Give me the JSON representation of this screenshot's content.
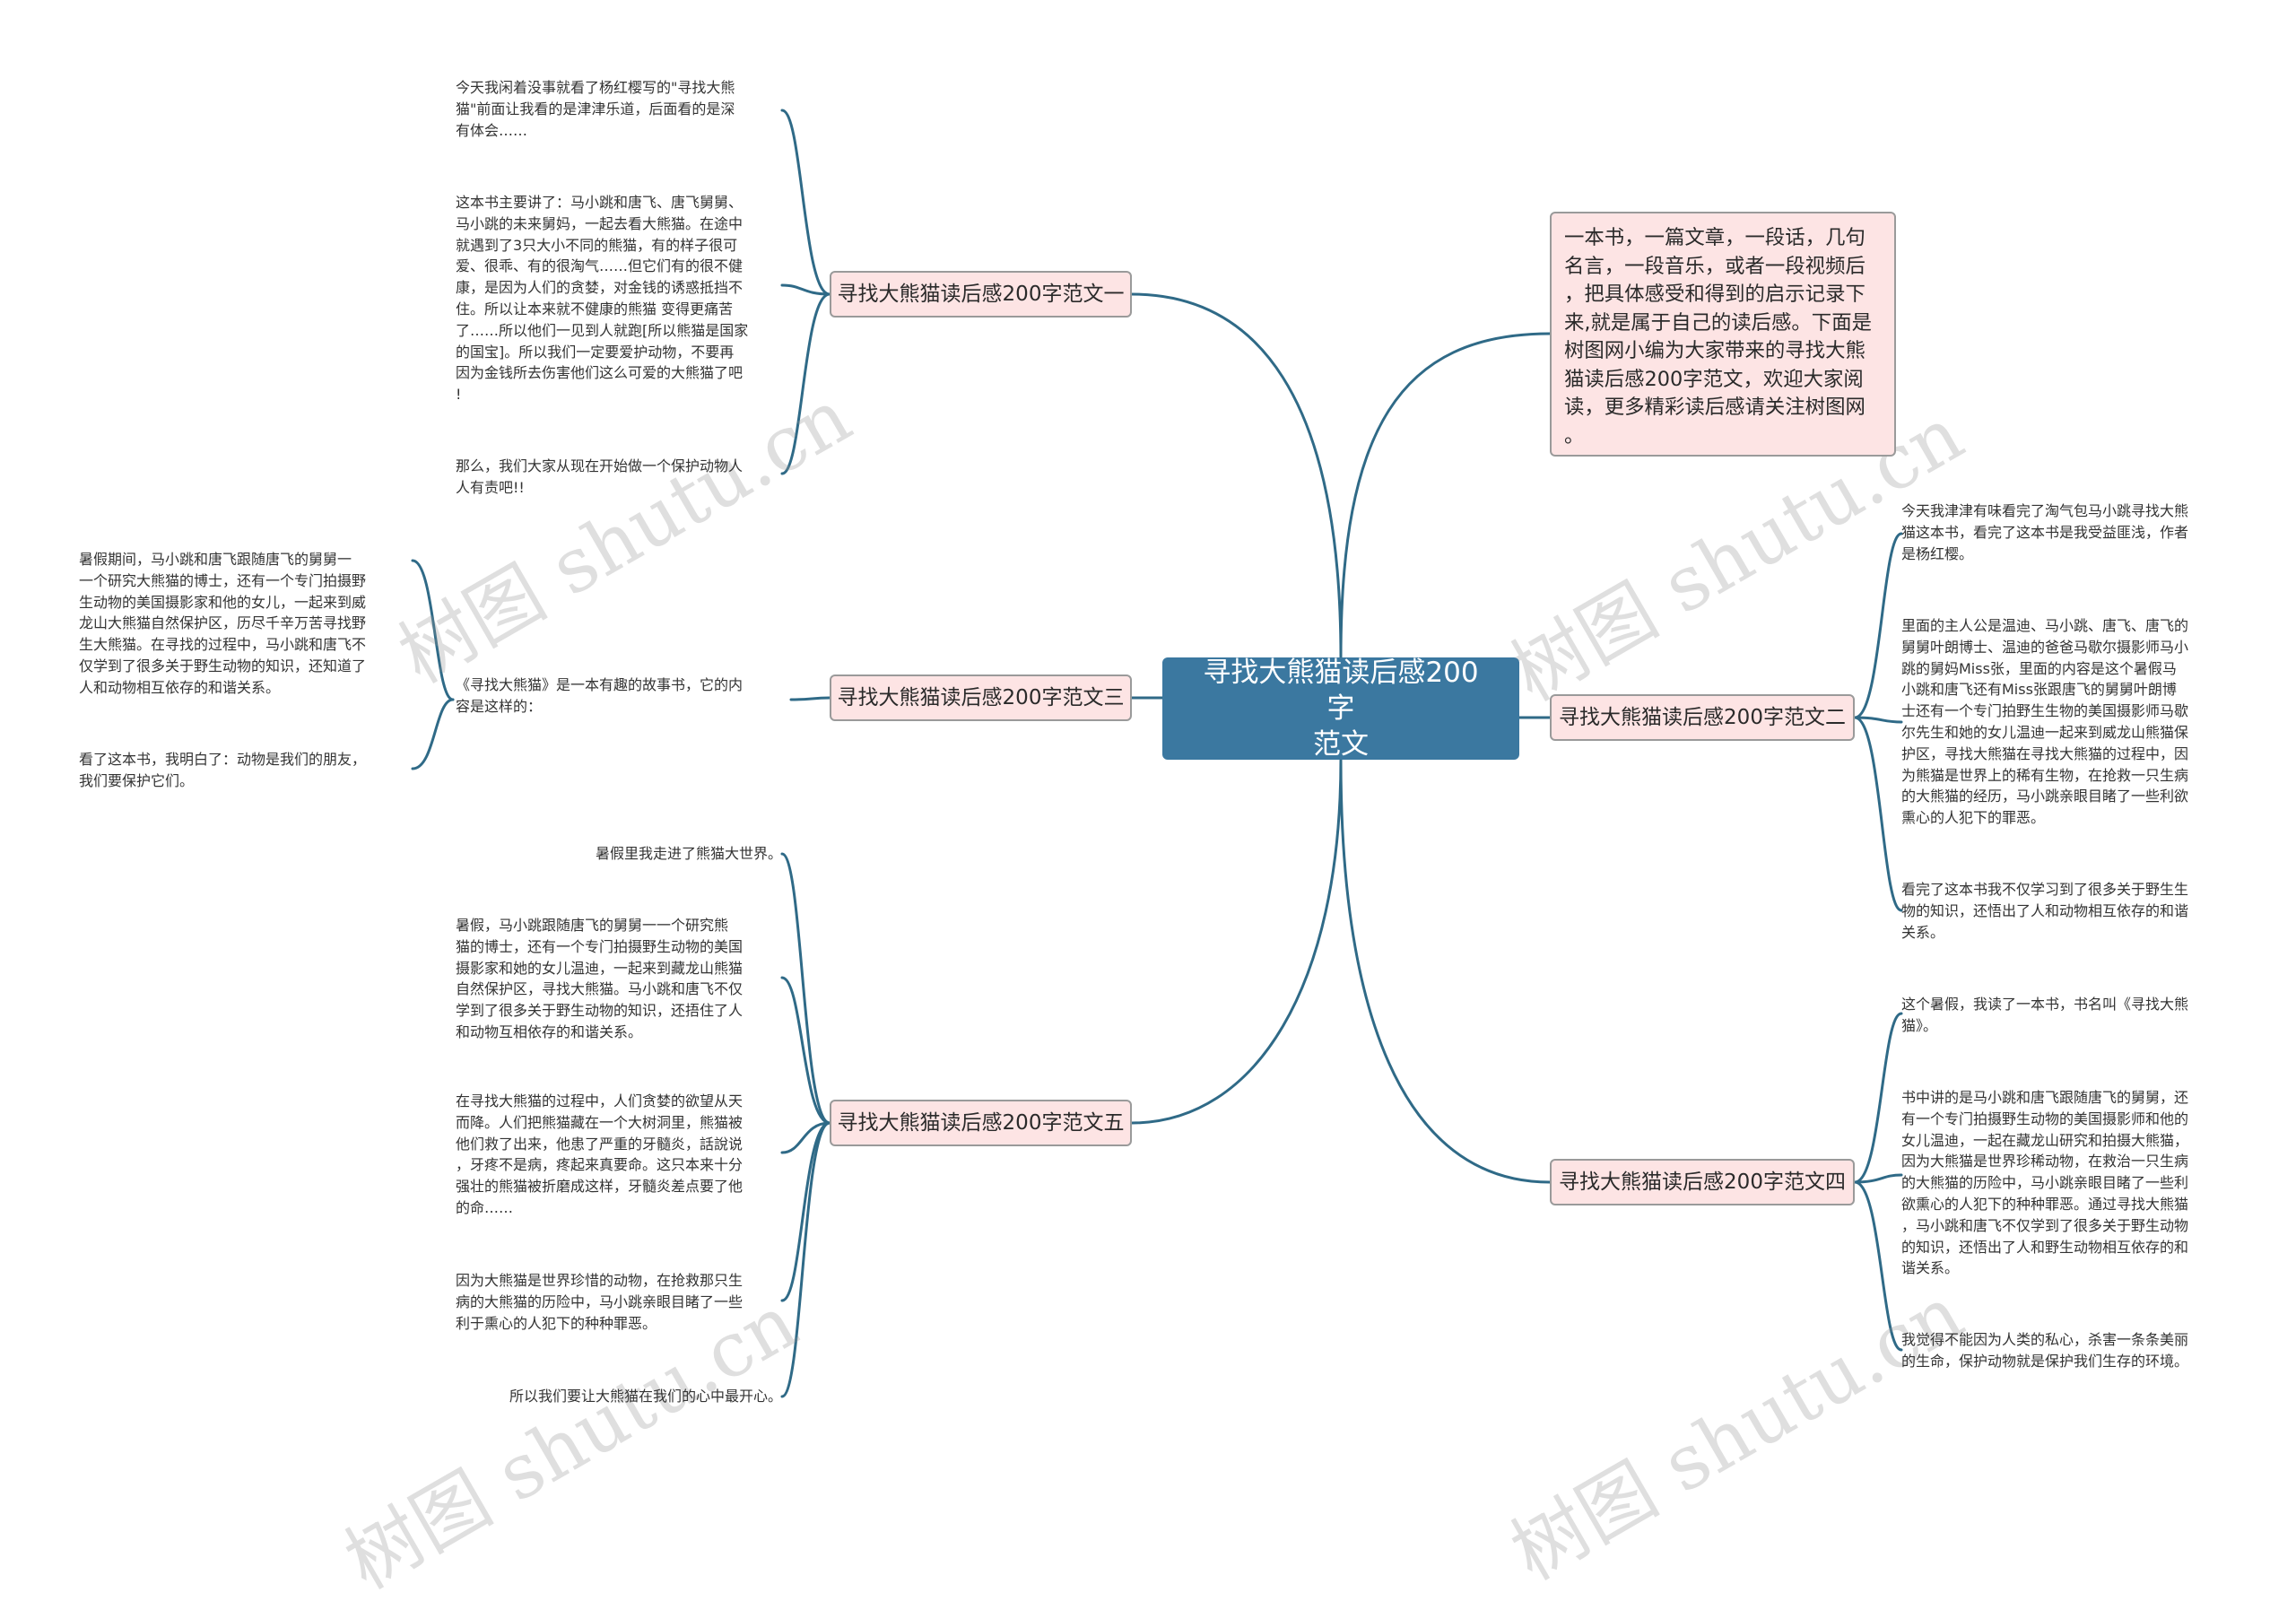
{
  "center": {
    "title_line1": "寻找大熊猫读后感200字",
    "title_line2": "范文"
  },
  "intro": {
    "lines": [
      "一本书，一篇文章，一段话，几句",
      "名言，一段音乐，或者一段视频后",
      "，把具体感受和得到的启示记录下",
      "来,就是属于自己的读后感。下面是",
      "树图网小编为大家带来的寻找大熊",
      "猫读后感200字范文，欢迎大家阅",
      "读，更多精彩读后感请关注树图网",
      "。"
    ]
  },
  "branches": {
    "b1": "寻找大熊猫读后感200字范文一",
    "b2": "寻找大熊猫读后感200字范文二",
    "b3": "寻找大熊猫读后感200字范文三",
    "b4": "寻找大熊猫读后感200字范文四",
    "b5": "寻找大熊猫读后感200字范文五"
  },
  "leaves": {
    "b1_1": [
      "今天我闲着没事就看了杨红樱写的\"寻找大熊",
      "猫\"前面让我看的是津津乐道，后面看的是深",
      "有体会……"
    ],
    "b1_2": [
      "这本书主要讲了：马小跳和唐飞、唐飞舅舅、",
      "马小跳的未来舅妈，一起去看大熊猫。在途中",
      "就遇到了3只大小不同的熊猫，有的样子很可",
      "爱、很乖、有的很淘气……但它们有的很不健",
      "康，是因为人们的贪婪，对金钱的诱惑抵挡不",
      "住。所以让本来就不健康的熊猫 变得更痛苦",
      "了……所以他们一见到人就跑[所以熊猫是国家",
      "的国宝]。所以我们一定要爱护动物，不要再",
      "因为金钱所去伤害他们这么可爱的大熊猫了吧",
      "!"
    ],
    "b1_3": [
      "那么，我们大家从现在开始做一个保护动物人",
      "人有责吧!!"
    ],
    "b2_1": [
      "今天我津津有味看完了淘气包马小跳寻找大熊",
      "猫这本书，看完了这本书是我受益匪浅，作者",
      "是杨红樱。"
    ],
    "b2_2": [
      "里面的主人公是温迪、马小跳、唐飞、唐飞的",
      "舅舅叶朗博士、温迪的爸爸马歇尔摄影师马小",
      "跳的舅妈Miss张，里面的内容是这个暑假马",
      "小跳和唐飞还有Miss张跟唐飞的舅舅叶朗博",
      "士还有一个专门拍野生生物的美国摄影师马歇",
      "尔先生和她的女儿温迪一起来到威龙山熊猫保",
      "护区，寻找大熊猫在寻找大熊猫的过程中，因",
      "为熊猫是世界上的稀有生物，在抢救一只生病",
      "的大熊猫的经历，马小跳亲眼目睹了一些利欲",
      "熏心的人犯下的罪恶。"
    ],
    "b2_3": [
      "看完了这本书我不仅学习到了很多关于野生生",
      "物的知识，还悟出了人和动物相互依存的和谐",
      "关系。"
    ],
    "b3_1": [
      "暑假期间，马小跳和唐飞跟随唐飞的舅舅一",
      "一个研究大熊猫的博士，还有一个专门拍摄野",
      "生动物的美国摄影家和他的女儿，一起来到威",
      "龙山大熊猫自然保护区，历尽千辛万苦寻找野",
      "生大熊猫。在寻找的过程中，马小跳和唐飞不",
      "仅学到了很多关于野生动物的知识，还知道了",
      "人和动物相互依存的和谐关系。"
    ],
    "b3_2": [
      "看了这本书，我明白了：动物是我们的朋友，",
      "我们要保护它们。"
    ],
    "b3_3": [
      "《寻找大熊猫》是一本有趣的故事书，它的内",
      "容是这样的："
    ],
    "b4_1": [
      "这个暑假，我读了一本书，书名叫《寻找大熊",
      "猫》。"
    ],
    "b4_2": [
      "书中讲的是马小跳和唐飞跟随唐飞的舅舅，还",
      "有一个专门拍摄野生动物的美国摄影师和他的",
      "女儿温迪，一起在藏龙山研究和拍摄大熊猫，",
      "因为大熊猫是世界珍稀动物，在救治一只生病",
      "的大熊猫的历险中，马小跳亲眼目睹了一些利",
      "欲熏心的人犯下的种种罪恶。通过寻找大熊猫",
      "，马小跳和唐飞不仅学到了很多关于野生动物",
      "的知识，还悟出了人和野生动物相互依存的和",
      "谐关系。"
    ],
    "b4_3": [
      "我觉得不能因为人类的私心，杀害一条条美丽",
      "的生命，保护动物就是保护我们生存的环境。"
    ],
    "b5_1": [
      "暑假里我走进了熊猫大世界。"
    ],
    "b5_2": [
      "暑假，马小跳跟随唐飞的舅舅一一个研究熊",
      "猫的博士，还有一个专门拍摄野生动物的美国",
      "摄影家和她的女儿温迪，一起来到藏龙山熊猫",
      "自然保护区，寻找大熊猫。马小跳和唐飞不仅",
      "学到了很多关于野生动物的知识，还捂住了人",
      "和动物互相依存的和谐关系。"
    ],
    "b5_3": [
      "在寻找大熊猫的过程中，人们贪婪的欲望从天",
      "而降。人们把熊猫藏在一个大树洞里，熊猫被",
      "他们救了出来，他患了严重的牙髓炎，話說说",
      "，牙疼不是病，疼起来真要命。这只本来十分",
      "强壮的熊猫被折磨成这样，牙髓炎差点要了他",
      "的命……"
    ],
    "b5_4": [
      "因为大熊猫是世界珍惜的动物，在抢救那只生",
      "病的大熊猫的历险中，马小跳亲眼目睹了一些",
      "利于熏心的人犯下的种种罪恶。"
    ],
    "b5_5": [
      "所以我们要让大熊猫在我们的心中最开心。"
    ]
  },
  "watermark": "树图 shutu.cn"
}
